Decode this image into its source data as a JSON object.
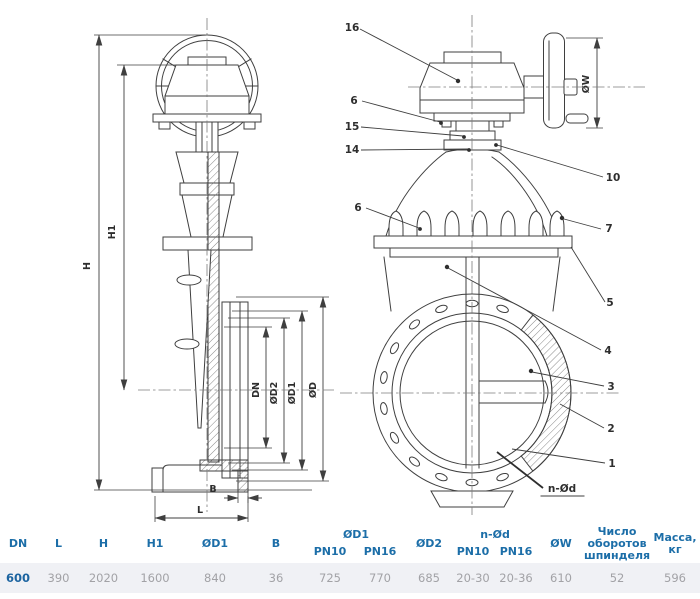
{
  "drawing": {
    "dimensions": {
      "h": "H",
      "h1": "H1",
      "dn": "DN",
      "d2": "ØD2",
      "d1": "ØD1",
      "d": "ØD",
      "b": "B",
      "l": "L",
      "w": "ØW",
      "n_od": "n-Ød"
    },
    "callouts": {
      "c1": "1",
      "c2": "2",
      "c3": "3",
      "c4": "4",
      "c5": "5",
      "c6": "6",
      "c6b": "6",
      "c7": "7",
      "c10": "10",
      "c14": "14",
      "c15": "15",
      "c16": "16"
    }
  },
  "table": {
    "headers": {
      "dn": "DN",
      "l": "L",
      "h": "H",
      "h1": "H1",
      "d1": "ØD1",
      "b": "B",
      "d1_group": "ØD1",
      "d1_pn10": "PN10",
      "d1_pn16": "PN16",
      "d2": "ØD2",
      "nod_group": "n-Ød",
      "nod_pn10": "PN10",
      "nod_pn16": "PN16",
      "w": "ØW",
      "turns": "Число оборотов шпинделя",
      "mass": "Масса, кг"
    },
    "row": {
      "dn": "600",
      "l": "390",
      "h": "2020",
      "h1": "1600",
      "d1": "840",
      "b": "36",
      "d1_pn10": "725",
      "d1_pn16": "770",
      "d2": "685",
      "nod_pn10": "20-30",
      "nod_pn16": "20-36",
      "w": "610",
      "turns": "52",
      "mass": "596"
    }
  },
  "colors": {
    "header_text": "#1c6ea8",
    "row_bg": "#f0f1f5",
    "row_text": "#a2a2a6",
    "line": "#3f3f3f"
  }
}
